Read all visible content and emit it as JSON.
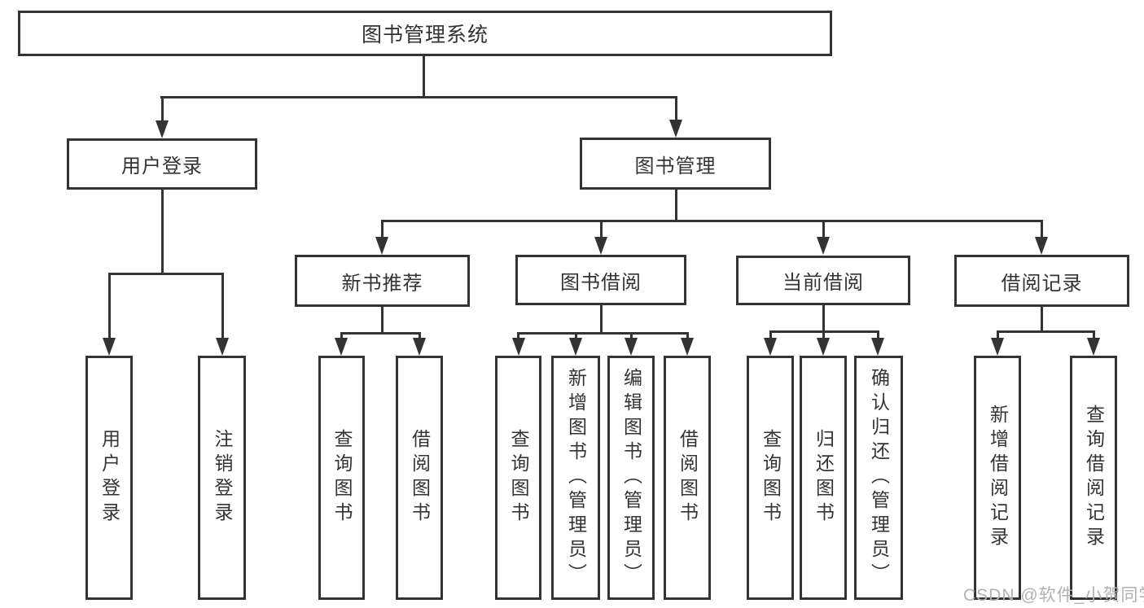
{
  "diagram": {
    "title": "图书管理系统",
    "watermark": "CSDN @软件_小贺同学",
    "colors": {
      "line": "#333333",
      "text": "#333333",
      "watermark": "#b2b2b2",
      "background": "#ffffff"
    },
    "tree": {
      "root": "图书管理系统",
      "branches": [
        {
          "label": "用户登录",
          "children": [
            "用户登录",
            "注销登录"
          ]
        },
        {
          "label": "图书管理",
          "groups": [
            {
              "label": "新书推荐",
              "children": [
                "查询图书",
                "借阅图书"
              ]
            },
            {
              "label": "图书借阅",
              "children": [
                "查询图书",
                "新增图书（管理员）",
                "编辑图书（管理员）",
                "借阅图书"
              ]
            },
            {
              "label": "当前借阅",
              "children": [
                "查询图书",
                "归还图书",
                "确认归还（管理员）"
              ]
            },
            {
              "label": "借阅记录",
              "children": [
                "新增借阅记录",
                "查询借阅记录"
              ]
            }
          ]
        }
      ]
    }
  }
}
